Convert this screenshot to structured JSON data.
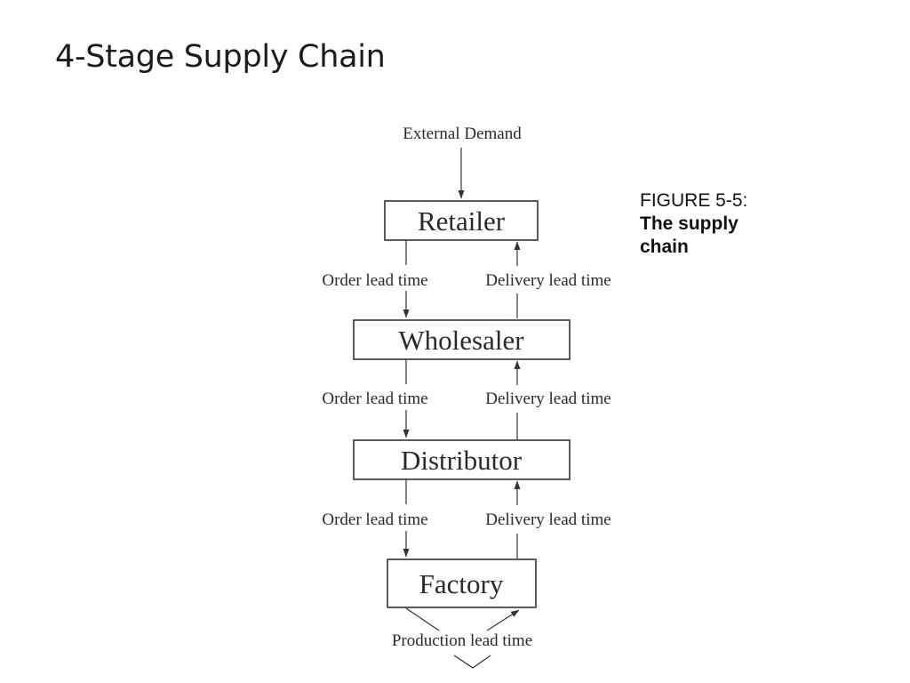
{
  "slide": {
    "title": "4-Stage Supply Chain"
  },
  "diagram": {
    "top_label": "External Demand",
    "stages": [
      {
        "label": "Retailer"
      },
      {
        "label": "Wholesaler"
      },
      {
        "label": "Distributor"
      },
      {
        "label": "Factory"
      }
    ],
    "links": [
      {
        "order_label": "Order lead time",
        "delivery_label": "Delivery lead time"
      },
      {
        "order_label": "Order lead time",
        "delivery_label": "Delivery lead time"
      },
      {
        "order_label": "Order lead time",
        "delivery_label": "Delivery lead time"
      }
    ],
    "bottom_label": "Production lead time"
  },
  "caption": {
    "heading": "FIGURE 5-5:",
    "body": "The supply chain"
  }
}
